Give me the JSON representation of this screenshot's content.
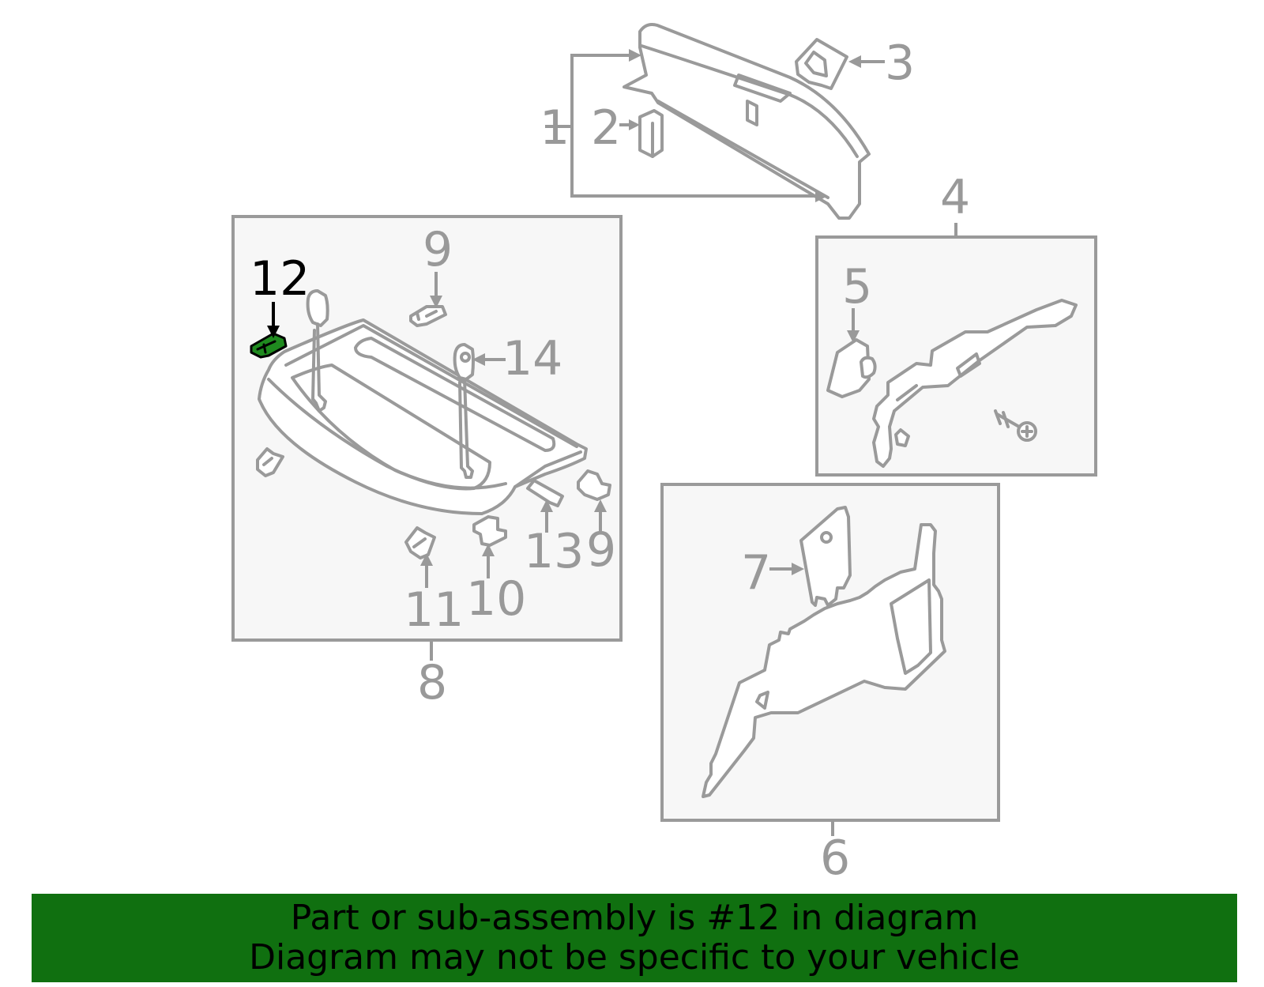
{
  "highlight_color": "#1f8a1f",
  "banner_color": "#107010",
  "diagram": {
    "highlighted_part": "12",
    "labels": {
      "n1": "1",
      "n2": "2",
      "n3": "3",
      "n4": "4",
      "n5": "5",
      "n6": "6",
      "n7": "7",
      "n8": "8",
      "n9a": "9",
      "n9b": "9",
      "n10": "10",
      "n11": "11",
      "n12": "12",
      "n13": "13",
      "n14": "14"
    }
  },
  "banner": {
    "line1": "Part or sub-assembly is #12 in diagram",
    "line2": "Diagram may not be specific to your vehicle"
  }
}
